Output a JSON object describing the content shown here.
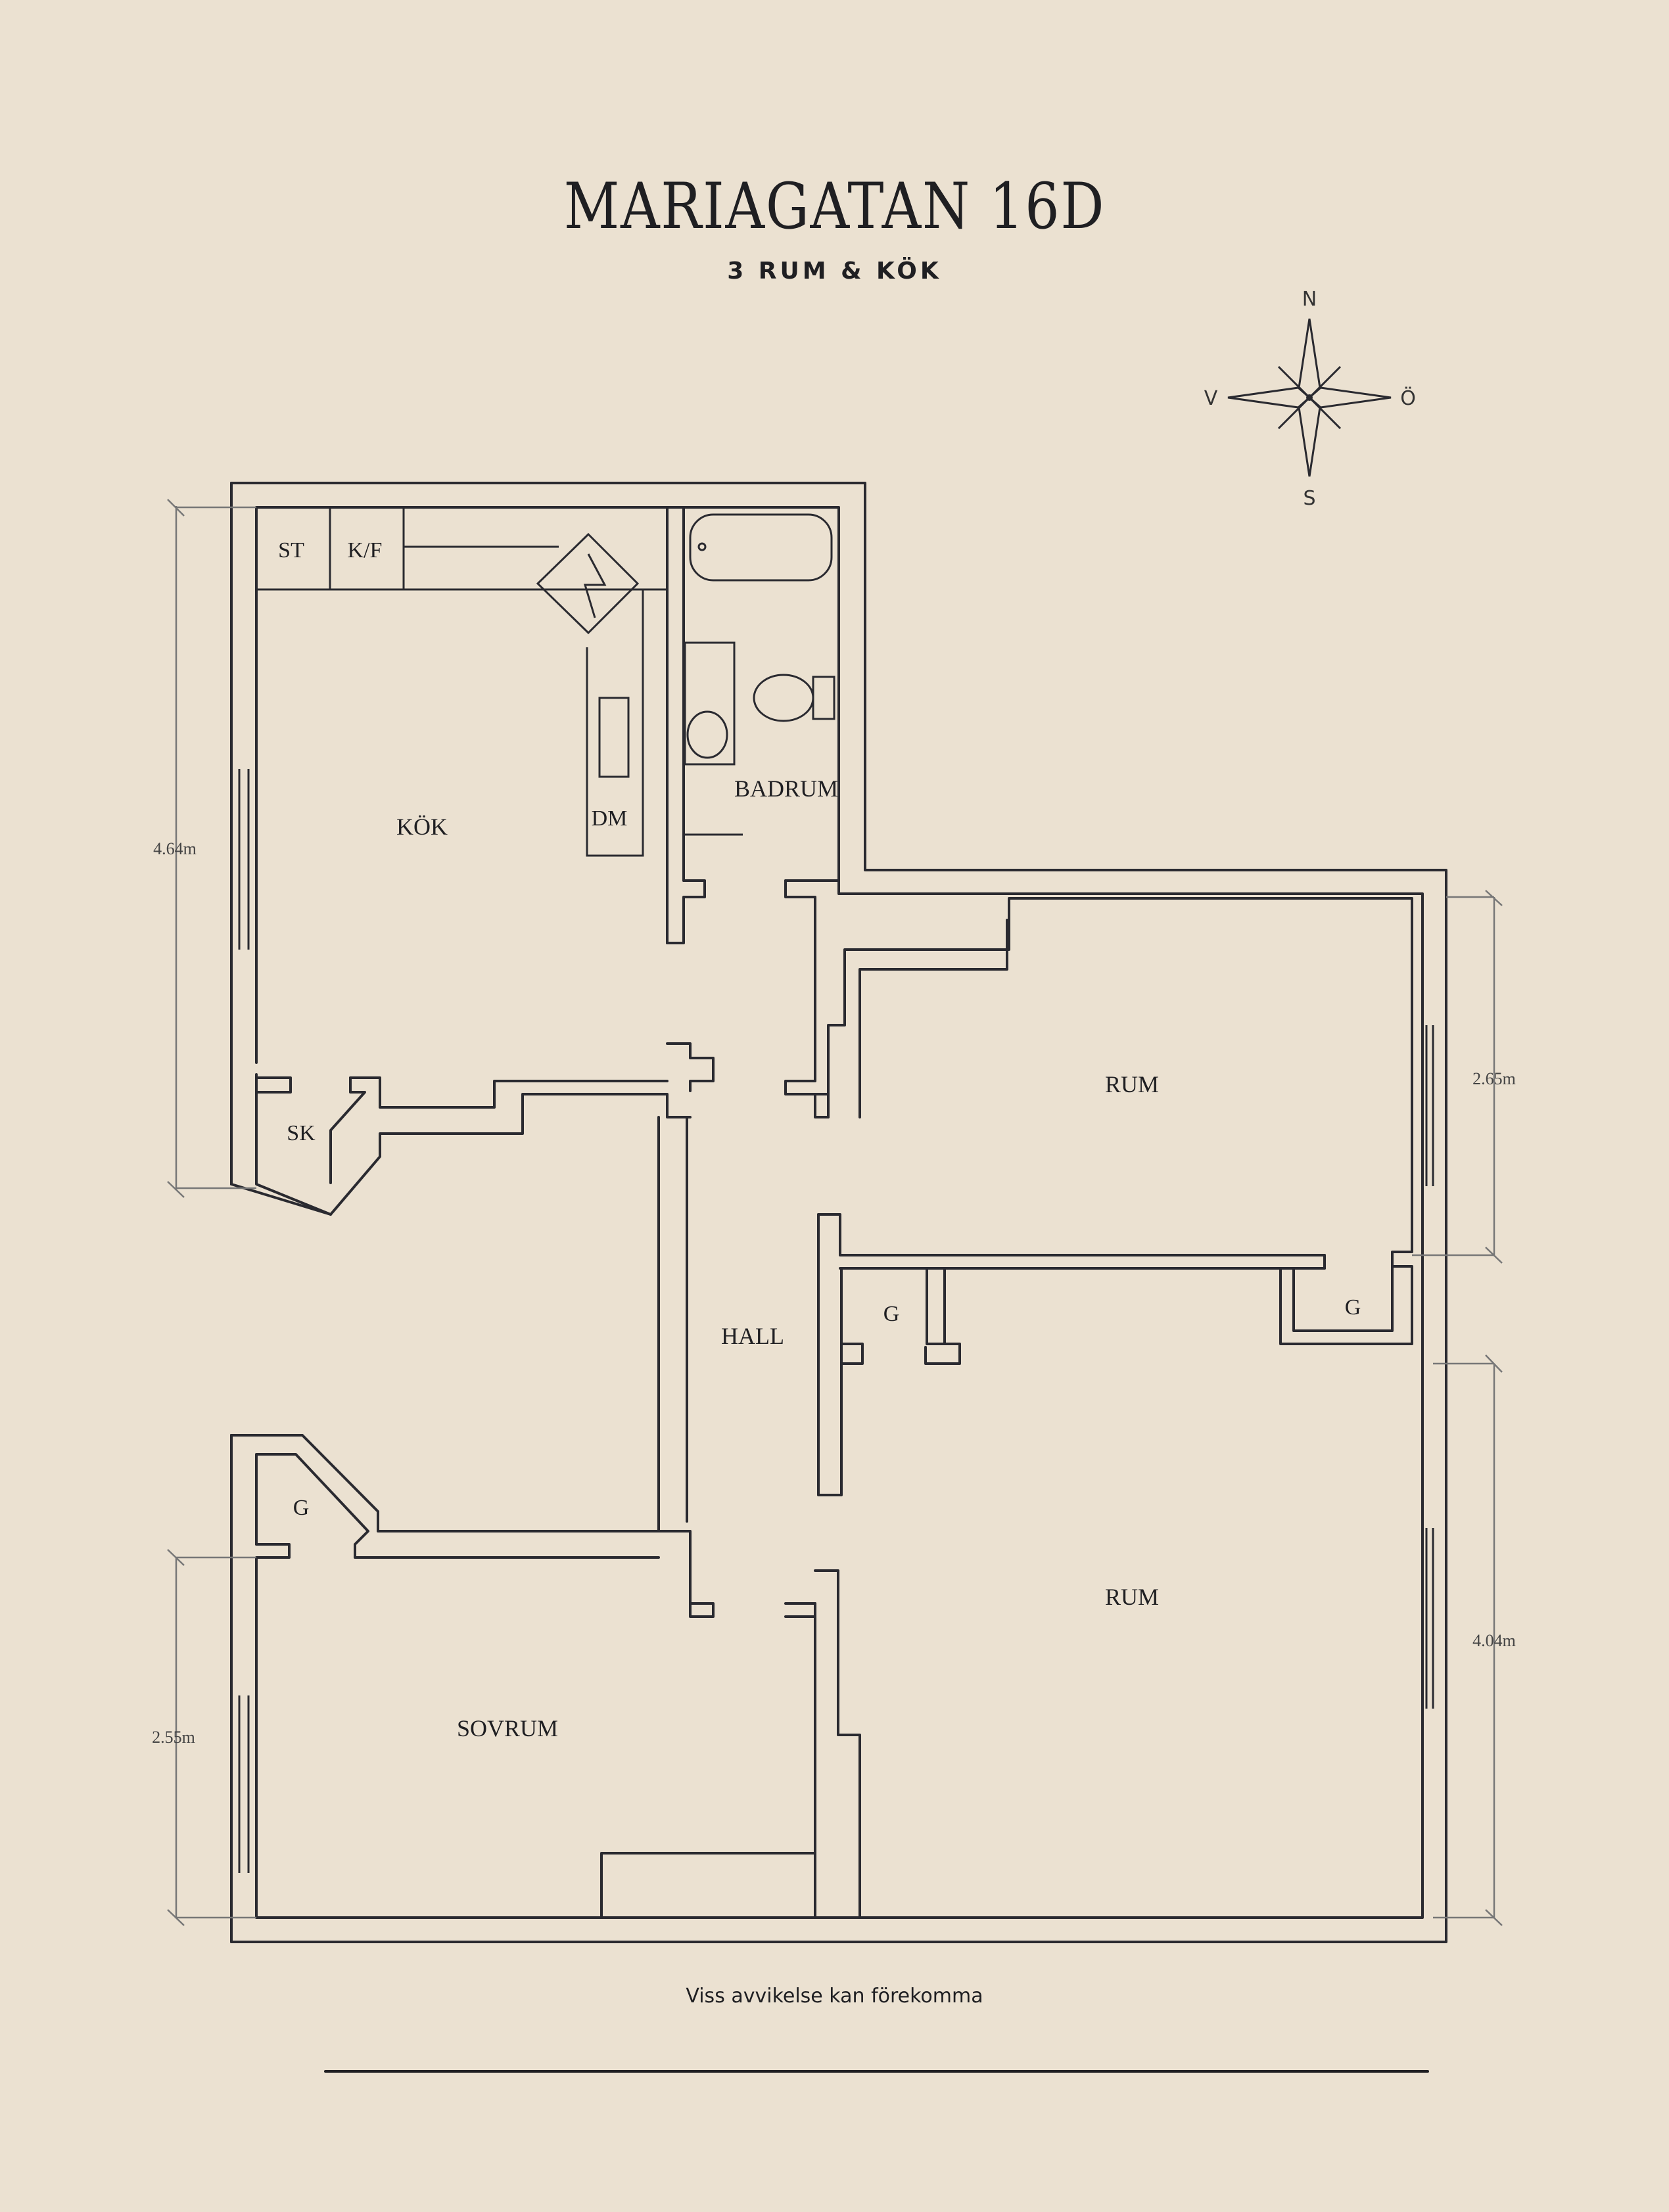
{
  "header": {
    "title": "MARIAGATAN 16D",
    "subtitle": "3 RUM & KÖK"
  },
  "compass": {
    "n": "N",
    "s": "S",
    "v": "V",
    "o": "Ö"
  },
  "rooms": {
    "kok": "KÖK",
    "st": "ST",
    "kf": "K/F",
    "dm": "DM",
    "badrum": "BADRUM",
    "sk": "SK",
    "hall": "HALL",
    "rum_top": "RUM",
    "rum_bottom": "RUM",
    "sovrum": "SOVRUM",
    "g_hall": "G",
    "g_right": "G",
    "g_sovrum": "G"
  },
  "dimensions": {
    "kok_height": "4.64m",
    "rum_top_height": "2.65m",
    "rum_bottom_height": "4.04m",
    "sovrum_height": "2.55m"
  },
  "footer": {
    "disclaimer": "Viss avvikelse kan förekomma"
  }
}
